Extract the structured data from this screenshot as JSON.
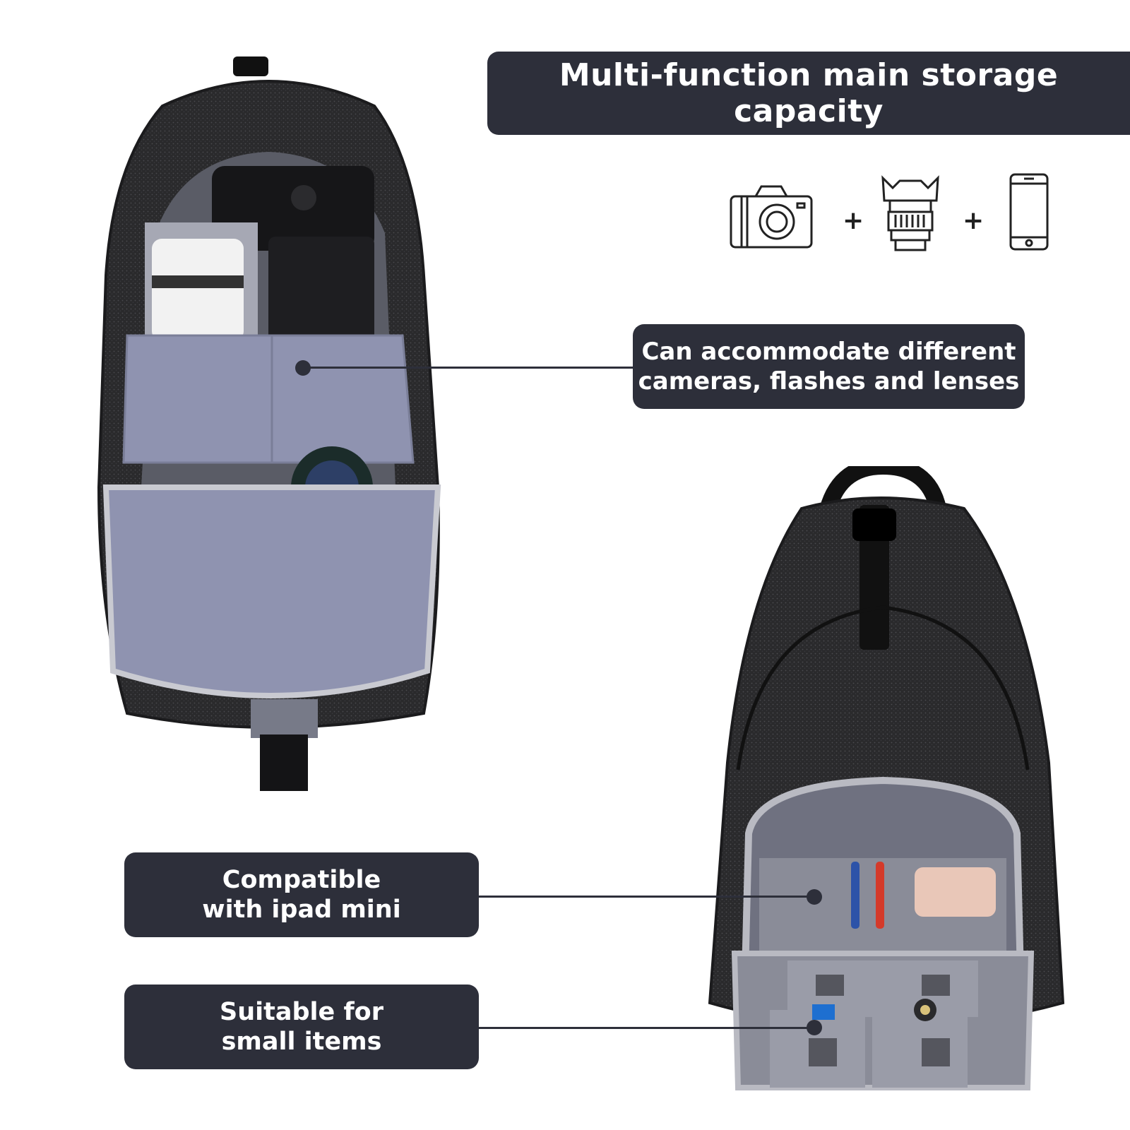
{
  "headline": "Multi-function main storage capacity",
  "icons": {
    "items": [
      "camera-icon",
      "lens-icon",
      "phone-icon"
    ],
    "separator": "+"
  },
  "callouts": {
    "cameras": {
      "line1": "Can accommodate different",
      "line2": "cameras, flashes and lenses"
    },
    "ipad": {
      "line1": "Compatible",
      "line2": "with ipad mini"
    },
    "small_items": {
      "line1": "Suitable for",
      "line2": "small items"
    }
  },
  "colors": {
    "label_bg": "#2d2f3a",
    "label_text": "#ffffff",
    "bag_fabric": "#2a2a2c",
    "bag_lining": "#8f93b0"
  }
}
